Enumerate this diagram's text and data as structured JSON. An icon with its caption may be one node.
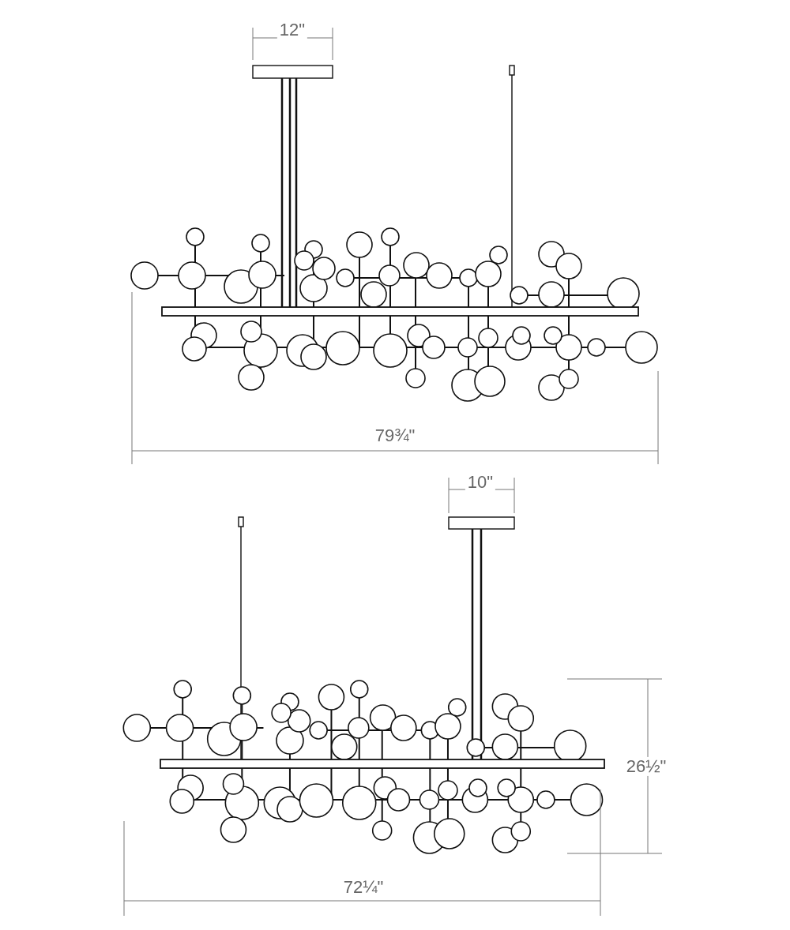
{
  "diagram": {
    "labels": [
      "12\"",
      "79¾\"",
      "10\"",
      "26½\"",
      "72¼\""
    ]
  }
}
